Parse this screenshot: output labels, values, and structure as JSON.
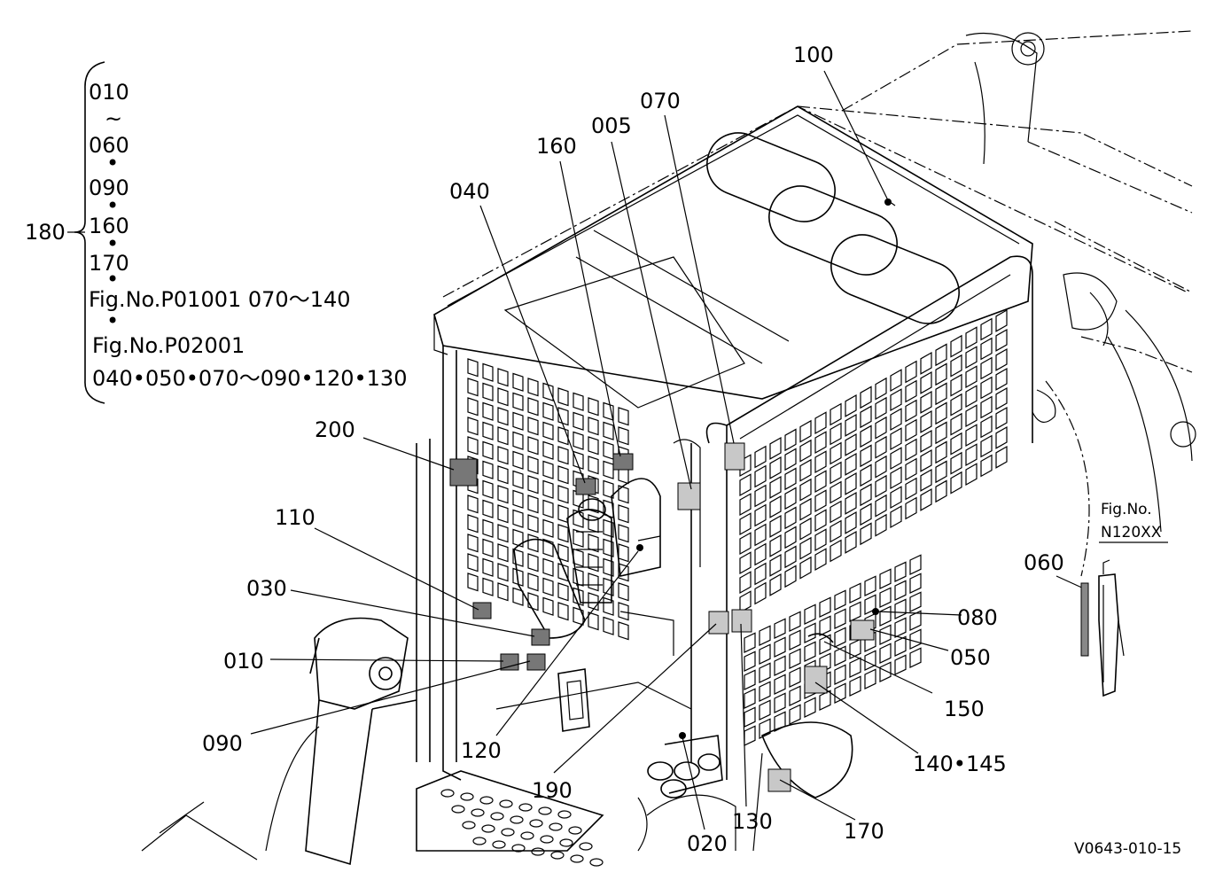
{
  "legend": {
    "group_label": "180",
    "lines": [
      "010",
      "~",
      "060",
      "•",
      "090",
      "•",
      "160",
      "•",
      "170",
      "•",
      "Fig.No.P01001  070〜140",
      "•",
      "Fig.No.P02001",
      "040•050•070〜090•120•130"
    ]
  },
  "callouts": {
    "c100": "100",
    "c070_top": "070",
    "c005": "005",
    "c160": "160",
    "c040": "040",
    "c200": "200",
    "c110": "110",
    "c030": "030",
    "c010": "010",
    "c090": "090",
    "c120": "120",
    "c190": "190",
    "c020": "020",
    "c130": "130",
    "c170": "170",
    "c140_145": "140•145",
    "c150": "150",
    "c050": "050",
    "c080": "080",
    "c060": "060"
  },
  "inset": {
    "fig_label": "Fig.No.",
    "fig_number": "N120XX"
  },
  "drawing_code": "V0643-010-15"
}
